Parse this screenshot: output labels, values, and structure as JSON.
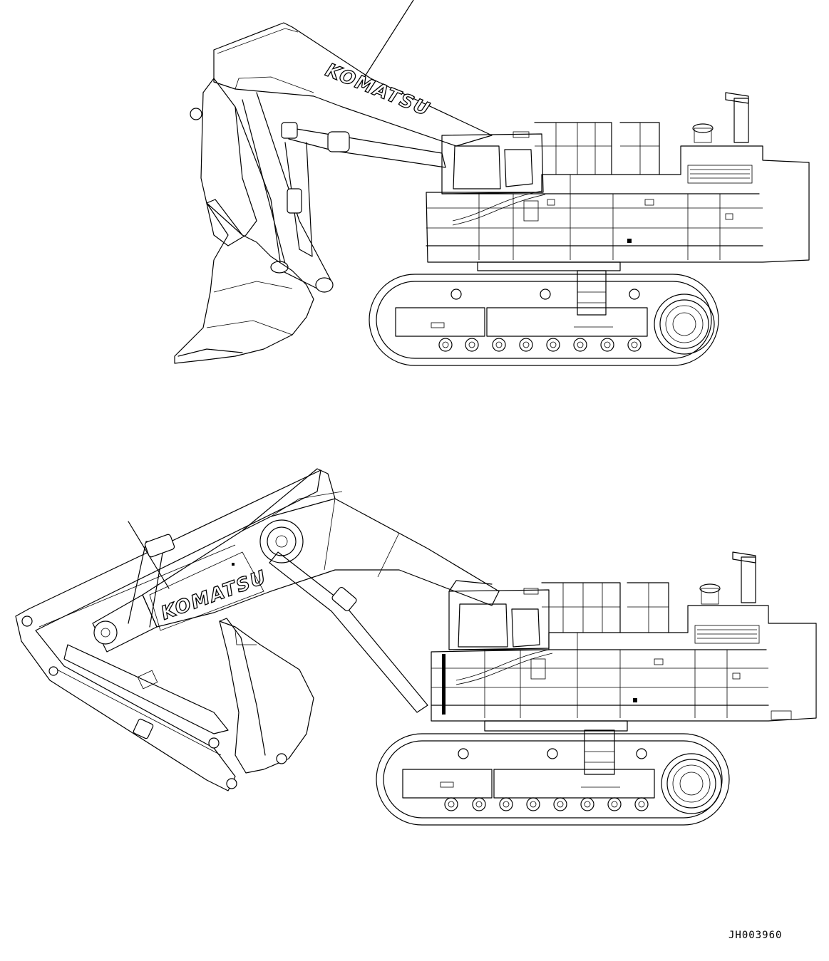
{
  "drawing": {
    "figures": [
      {
        "id": "loading-shovel",
        "logo_text": "KOMATSU"
      },
      {
        "id": "backhoe",
        "logo_text": "KOMATSU"
      }
    ],
    "drawing_number": "JH003960"
  }
}
